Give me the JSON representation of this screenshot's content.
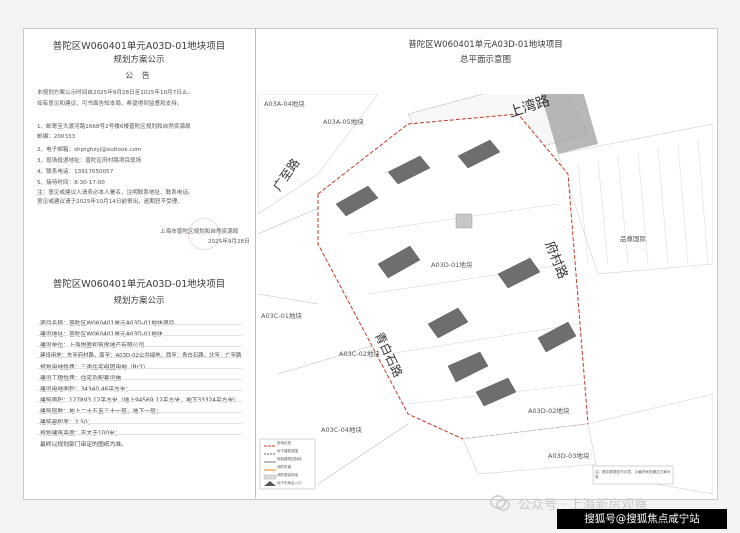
{
  "left_top": {
    "title": "普陀区W060401单元A03D-01地块项目",
    "subtitle": "规划方案公示",
    "notice_heading": "公    告",
    "intro_lines": [
      "本规划方案公示时间自2025年9月28日至2025年10月7日止。",
      "如有意见和建议，可书面告知本局，希望得到监督和支持。"
    ],
    "contact_lines": [
      "1、邮寄至大渡河路1668号2号楼6楼普陀区规划和自然资源局",
      "邮编：200333",
      "2、电子邮箱：shptghzyj@outlook.com",
      "3、现场投递地址：普陀区府村路项目现场",
      "4、联系电话：13917050057",
      "5、接待时间：8:30-17:00",
      "注：意见或建议人请务必本人署名，注明联系地址、联系电话。",
      "    意见或建议请于2025年10月14日前寄出，逾期恕不受理。"
    ],
    "signature_org": "上海市普陀区规划和自然资源局",
    "signature_date": "2025年9月28日"
  },
  "left_bottom": {
    "title": "普陀区W060401单元A03D-01地块项目",
    "subtitle": "规划方案公示",
    "rows": [
      "项目名称：普陀区W060401单元A03D-01地块项目",
      "建设地址：普陀区W060401单元A03D-01地块",
      "建设单位：上海悦盈和筑房地产有限公司",
      "建设用地：东至府村路，南至：A03D-02公共绿地，西至：青白石路，北至：广至路",
      "规划用地性质：三类住宅组团用地（Rr3）",
      "建设工程性质：住宅及配套设施",
      "建设用地面积：34340.46平方米；",
      "建筑面积：127893.12平方米（地上94569.12平方米，地下33324平方米）",
      "建筑层数：地上二十五至三十一层，地下一层；",
      "建筑容积率：2.50；",
      "规划建筑高度：不大于100米；",
      "最终以规划部门审定的图纸为准。"
    ]
  },
  "right": {
    "title": "普陀区W060401单元A03D-01地块项目",
    "subtitle": "总平面示意图",
    "parcels": {
      "a03a04": "A03A-04地块",
      "a03a05": "A03A-05地块",
      "a03d01": "A03D-01地块",
      "a03c01": "A03C-01地块",
      "a03c02": "A03C-02地块",
      "a03c04": "A03C-04地块",
      "a03d02": "A03D-02地块",
      "a03d03": "A03D-03地块",
      "pinzun": "品尊国际"
    },
    "roads": {
      "shangwan": "上湾路",
      "guangzhi": "广至路",
      "fucun": "府村路",
      "qingbaishi": "青白石路"
    },
    "legend_items": [
      "用地红线",
      "地下建筑范围",
      "规划建筑控制线",
      "消防车道",
      "消防登高场地",
      "地下车库出入口"
    ],
    "note": "注：图中数据仅作示意，以最终审查通过方案为准"
  },
  "watermark": {
    "text": "公众号 · 上海新房观察"
  },
  "banner": {
    "text": "搜狐号@搜狐焦点咸宁站"
  },
  "colors": {
    "background": "#f3f3f3",
    "boundary_red": "#c0392b",
    "building_dark": "#6e6e6e",
    "banner_bg": "#000000"
  }
}
